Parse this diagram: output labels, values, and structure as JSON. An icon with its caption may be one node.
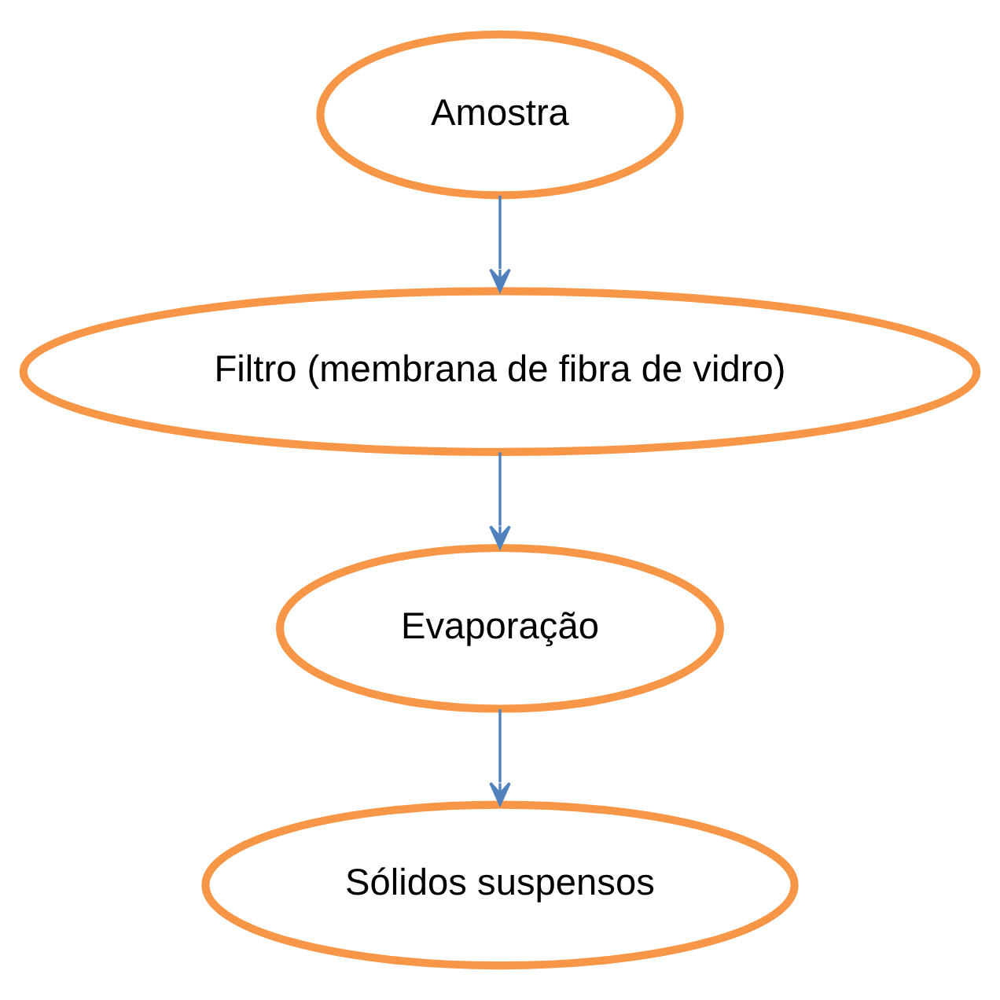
{
  "diagram": {
    "nodes": [
      {
        "text": [
          "Amostra"
        ]
      },
      {
        "text": [
          "Filtro (membrana de fibra de vidro)"
        ]
      },
      {
        "text": [
          "Evaporação"
        ]
      },
      {
        "text": [
          "Sólidos suspensos"
        ]
      }
    ],
    "edges": [
      {
        "from": 0,
        "to": 1,
        "arrow": "to"
      },
      {
        "from": 1,
        "to": 2,
        "arrow": "to"
      },
      {
        "from": 2,
        "to": 3,
        "arrow": "to"
      }
    ]
  }
}
